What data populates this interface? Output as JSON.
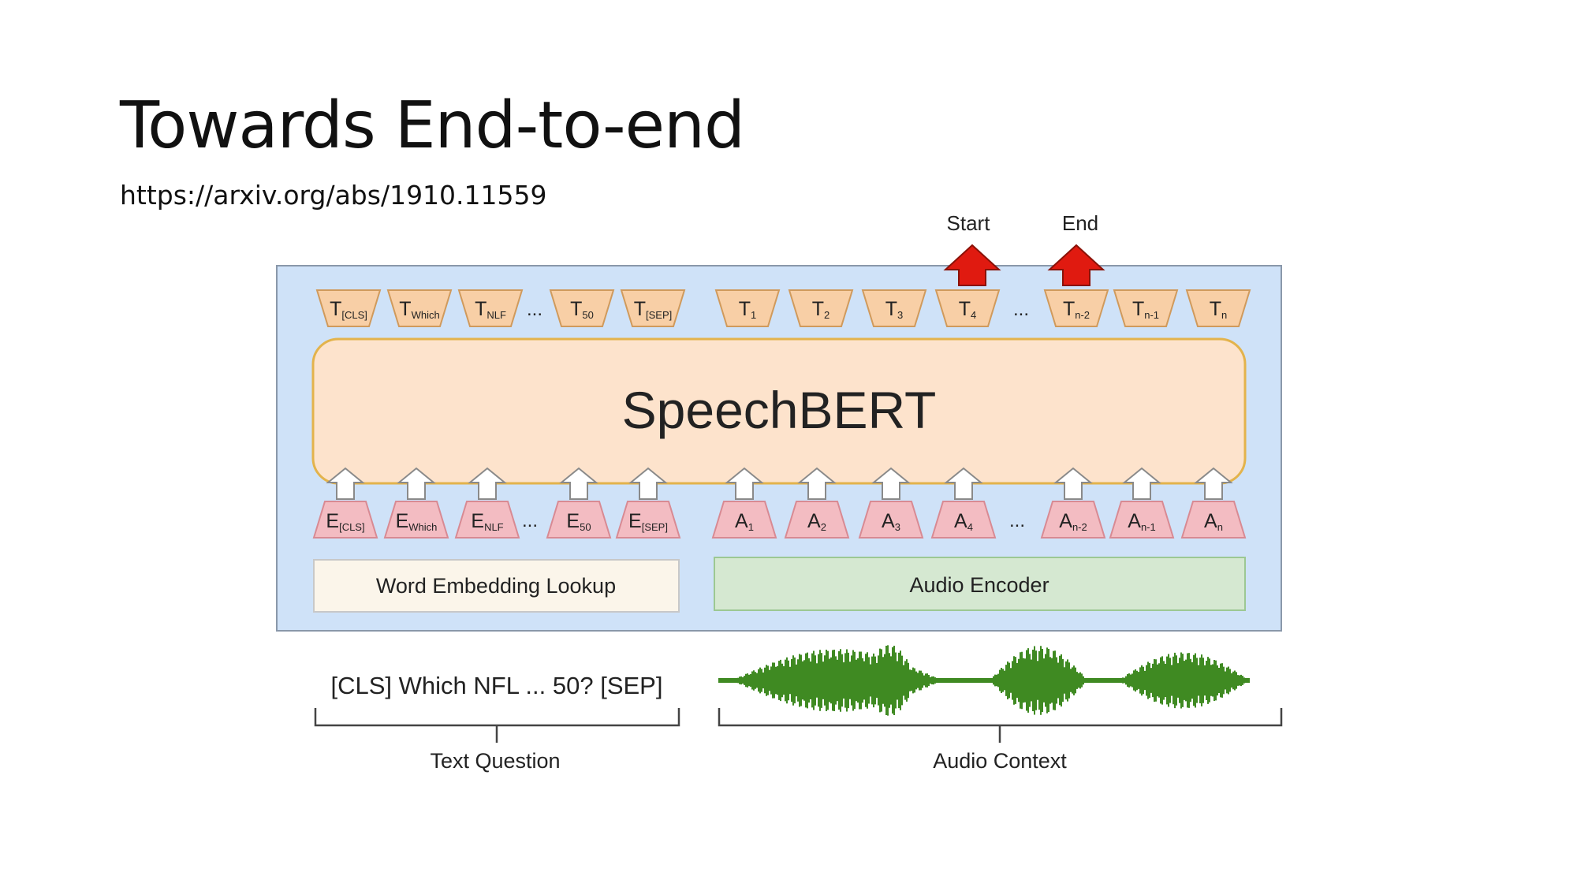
{
  "slide": {
    "title": "Towards End-to-end",
    "url": "https://arxiv.org/abs/1910.11559"
  },
  "diagram": {
    "model_label": "SpeechBERT",
    "outputs": {
      "start_label": "Start",
      "end_label": "End"
    },
    "text_outputs": [
      {
        "main": "T",
        "sub": "[CLS]"
      },
      {
        "main": "T",
        "sub": "Which"
      },
      {
        "main": "T",
        "sub": "NLF"
      },
      {
        "main": "T",
        "sub": "50"
      },
      {
        "main": "T",
        "sub": "[SEP]"
      }
    ],
    "audio_outputs": [
      {
        "main": "T",
        "sub": "1"
      },
      {
        "main": "T",
        "sub": "2"
      },
      {
        "main": "T",
        "sub": "3"
      },
      {
        "main": "T",
        "sub": "4"
      },
      {
        "main": "T",
        "sub": "n-2"
      },
      {
        "main": "T",
        "sub": "n-1"
      },
      {
        "main": "T",
        "sub": "n"
      }
    ],
    "text_inputs": [
      {
        "main": "E",
        "sub": "[CLS]"
      },
      {
        "main": "E",
        "sub": "Which"
      },
      {
        "main": "E",
        "sub": "NLF"
      },
      {
        "main": "E",
        "sub": "50"
      },
      {
        "main": "E",
        "sub": "[SEP]"
      }
    ],
    "audio_inputs": [
      {
        "main": "A",
        "sub": "1"
      },
      {
        "main": "A",
        "sub": "2"
      },
      {
        "main": "A",
        "sub": "3"
      },
      {
        "main": "A",
        "sub": "4"
      },
      {
        "main": "A",
        "sub": "n-2"
      },
      {
        "main": "A",
        "sub": "n-1"
      },
      {
        "main": "A",
        "sub": "n"
      }
    ],
    "ellipsis": "...",
    "word_embedding_label": "Word Embedding Lookup",
    "audio_encoder_label": "Audio Encoder",
    "question_text": "[CLS] Which NFL ...  50? [SEP]",
    "text_question_label": "Text Question",
    "audio_context_label": "Audio Context",
    "colors": {
      "panel": "#cfe2f8",
      "model": "#fde3cc",
      "output_token": "#f8cfa6",
      "input_token": "#f3bcc2",
      "embedding_box": "#fbf5ea",
      "encoder_box": "#d5e8d1",
      "start_end_arrow": "#e01a10",
      "waveform": "#3f8a22"
    }
  }
}
